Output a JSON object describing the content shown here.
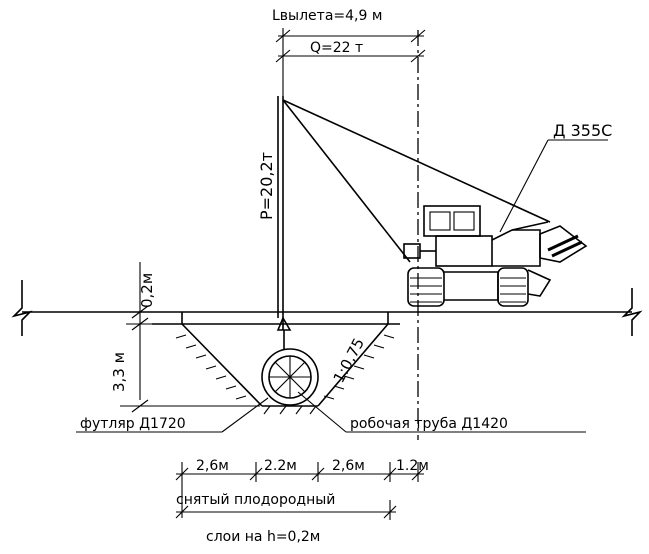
{
  "labels": {
    "boom_reach": "Lвылета=4,9 м",
    "load": "Q=22 т",
    "machine": "Д 355С",
    "cable_force": "P=20,2т",
    "topsoil_depth": "0,2м",
    "trench_depth": "3,3 м",
    "slope": "1:0,75",
    "casing": "футляр Д1720",
    "working_pipe": "робочая труба Д1420",
    "dim_1": "2,6м",
    "dim_2": "2.2м",
    "dim_3": "2,6м",
    "dim_4": "1.2м",
    "caption_line1": "снятый плодородный",
    "caption_line2": "слои на h=0,2м"
  },
  "colors": {
    "ink": "#000000",
    "paper": "#ffffff"
  }
}
